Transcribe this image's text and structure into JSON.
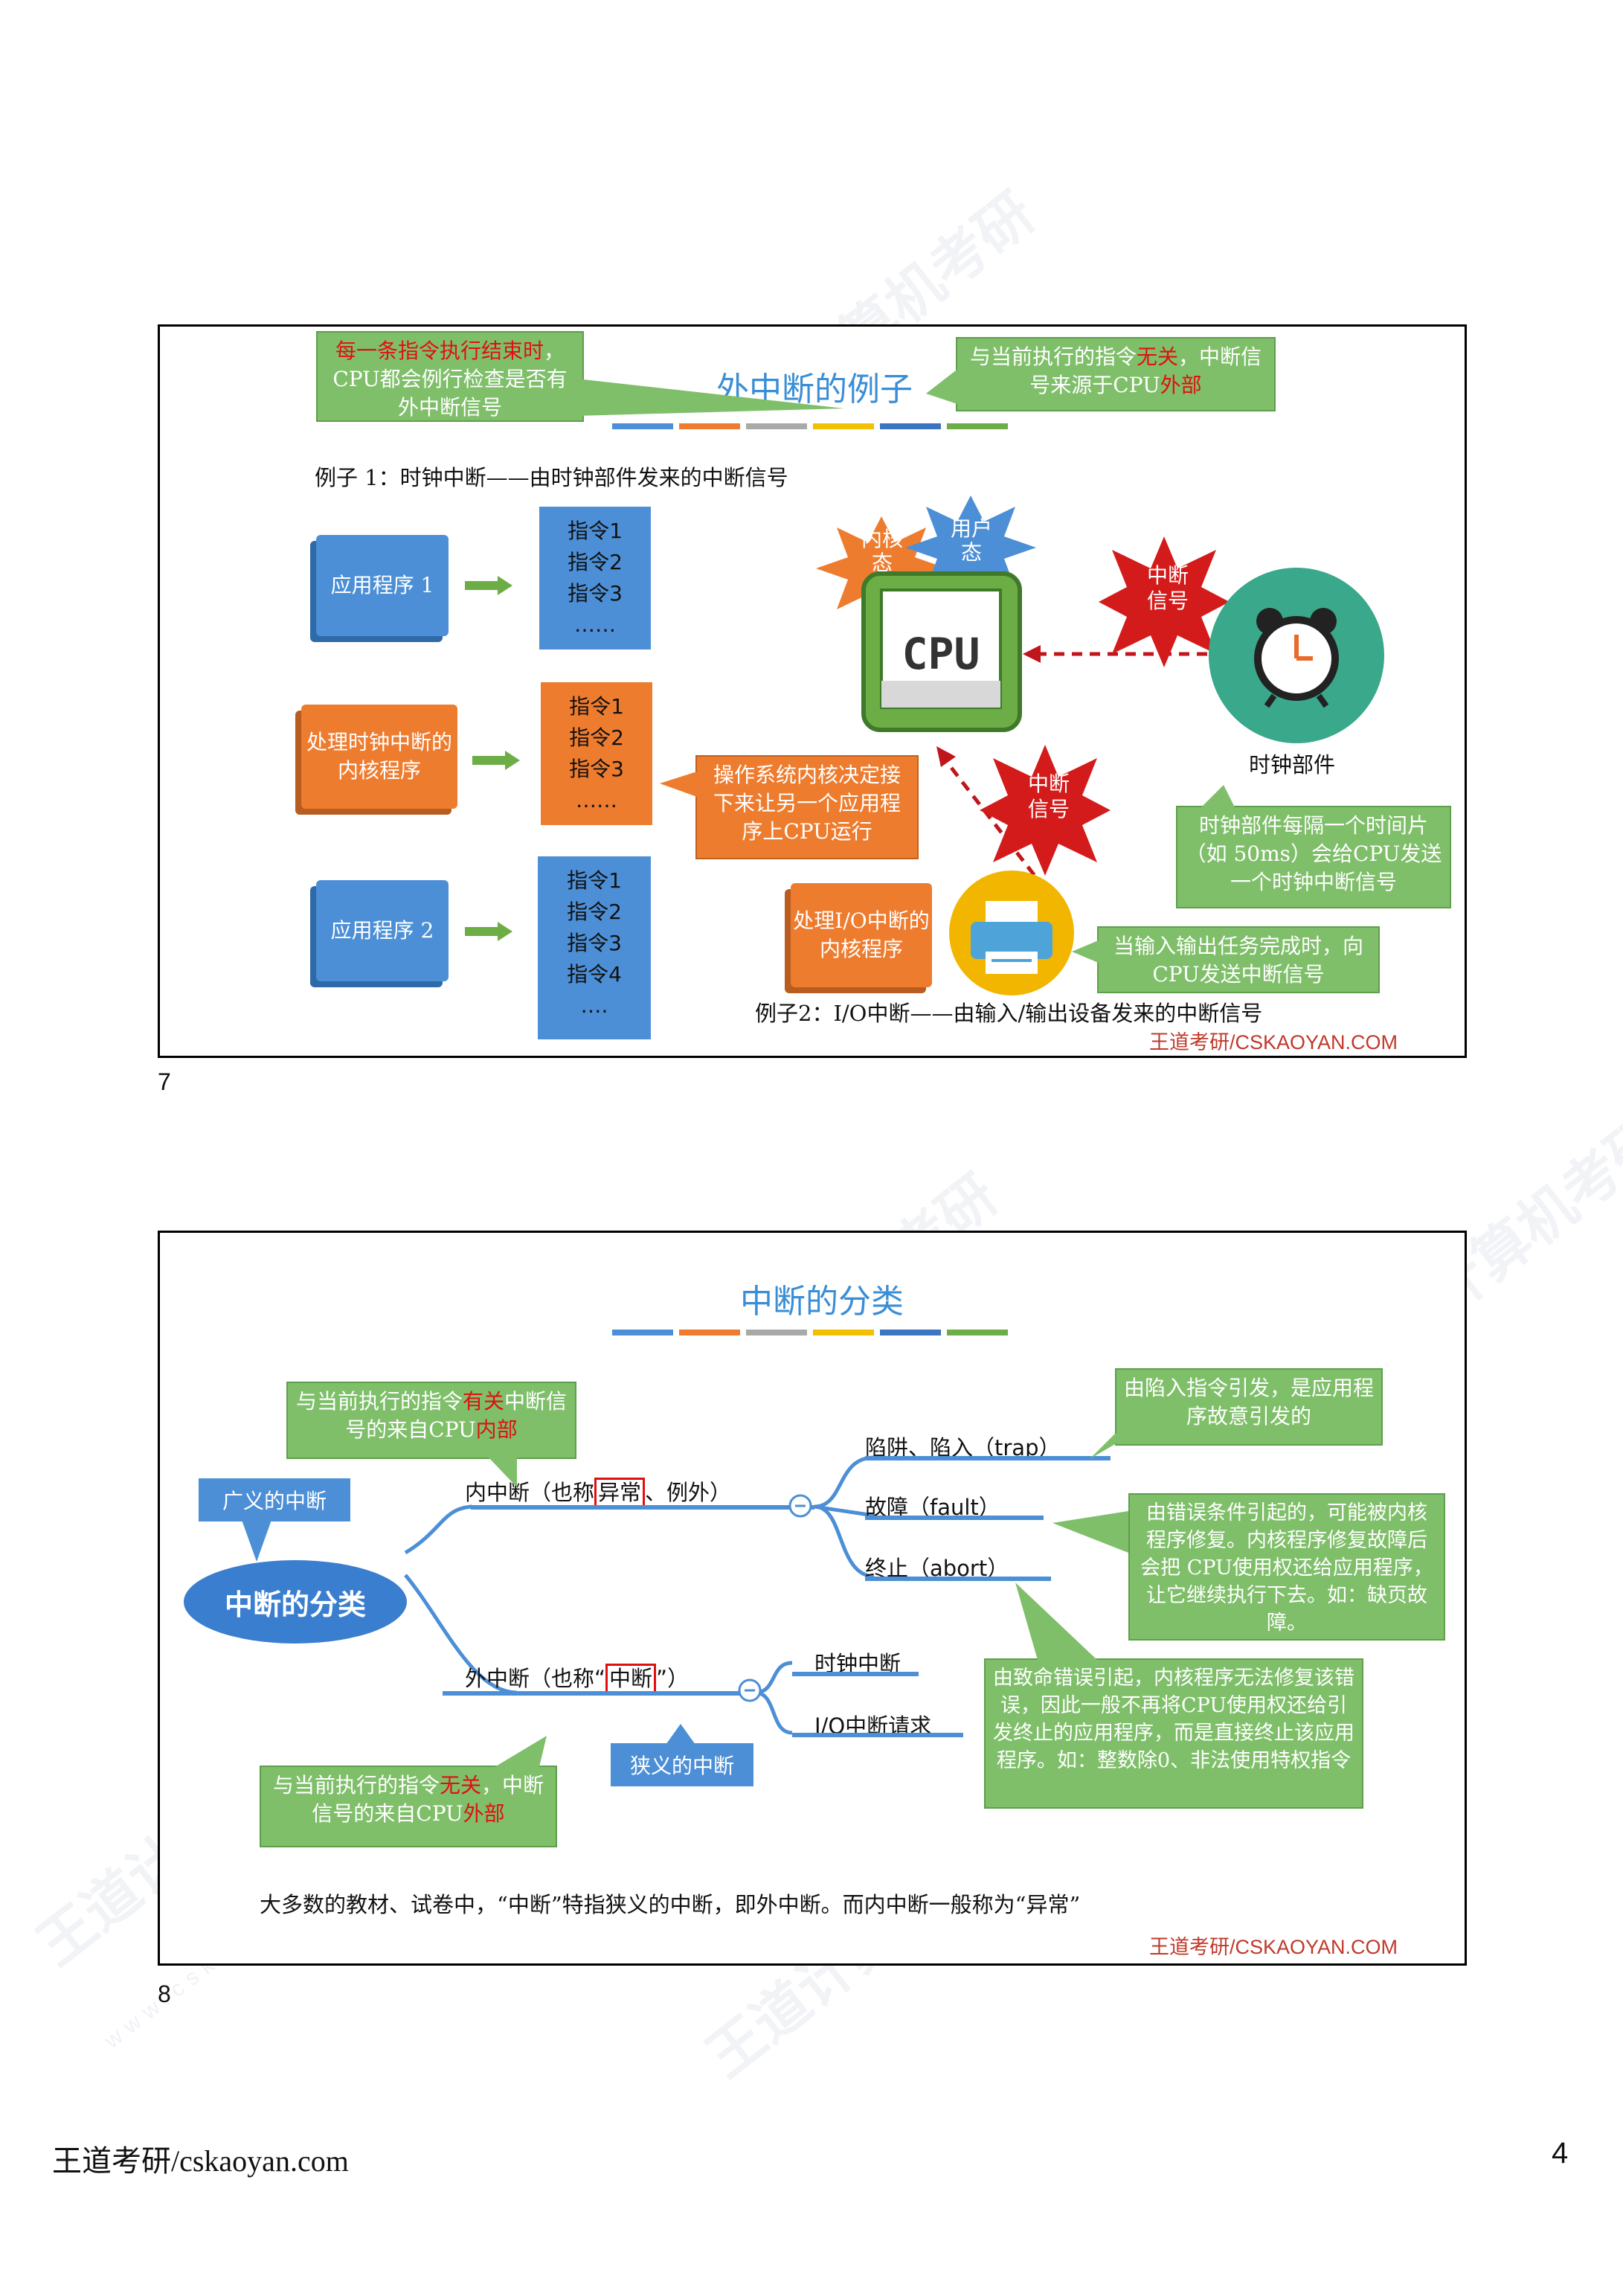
{
  "colors": {
    "title_blue": "#3a8ed6",
    "green_callout": "#7fbf6a",
    "blue_block": "#4c8fd6",
    "orange_block": "#ee7c2f",
    "red_burst": "#d41b1b",
    "clock_teal": "#3aa88a",
    "accent_red": "#e01010",
    "title_bars": [
      "#4c8fd6",
      "#ee7c2f",
      "#a9a9a9",
      "#f2c000",
      "#3b74c2",
      "#6cad46"
    ]
  },
  "slide1": {
    "title": "外中断的例子",
    "callout_left_red": "每一条指令执行结束时",
    "callout_left_rest": "，CPU都会例行检查是否有外中断信号",
    "callout_right_pre": "与当前执行的指令",
    "callout_right_red1": "无关",
    "callout_right_mid": "，中断信号来源于CPU",
    "callout_right_red2": "外部",
    "example1": "例子 1：时钟中断——由时钟部件发来的中断信号",
    "app1": "应用程序 1",
    "clock_handler": "处理时钟中断的内核程序",
    "app2": "应用程序 2",
    "instr_a": [
      "指令1",
      "指令2",
      "指令3",
      "……"
    ],
    "instr_b": [
      "指令1",
      "指令2",
      "指令3",
      "……"
    ],
    "instr_c": [
      "指令1",
      "指令2",
      "指令3",
      "指令4",
      "…."
    ],
    "burst_kernel": "内核态",
    "burst_user": "用户态",
    "cpu_label": "CPU",
    "burst_signal1": "中断信号",
    "burst_signal2": "中断信号",
    "clock_label": "时钟部件",
    "os_callout": "操作系统内核决定接下来让另一个应用程序上CPU运行",
    "clock_callout": "时钟部件每隔一个时间片（如 50ms）会给CPU发送一个时钟中断信号",
    "io_handler": "处理I/O中断的内核程序",
    "io_callout": "当输入输出任务完成时，向CPU发送中断信号",
    "example2": "例子2：I/O中断——由输入/输出设备发来的中断信号",
    "brand": "王道考研/CSKAOYAN.COM"
  },
  "slide1_num": "7",
  "slide2": {
    "title": "中断的分类",
    "root": "中断的分类",
    "broad_label": "广义的中断",
    "internal_pre": "内中断（也称",
    "internal_boxed": "异常",
    "internal_post": "、例外）",
    "trap": "陷阱、陷入（trap）",
    "fault": "故障（fault）",
    "abort": "终止（abort）",
    "external_pre": "外中断（也称“",
    "external_boxed": "中断",
    "external_post": "”）",
    "clock_int": "时钟中断",
    "io_int": "I/O中断请求",
    "narrow_label": "狭义的中断",
    "callout_internal_pre": "与当前执行的指令",
    "callout_internal_red1": "有关",
    "callout_internal_mid": "中断信号的来自CPU",
    "callout_internal_red2": "内部",
    "callout_external_pre": "与当前执行的指令",
    "callout_external_red1": "无关",
    "callout_external_mid": "，中断信号的来自CPU",
    "callout_external_red2": "外部",
    "callout_trap": "由陷入指令引发，是应用程序故意引发的",
    "callout_fault": "由错误条件引起的，可能被内核程序修复。内核程序修复故障后会把 CPU使用权还给应用程序，让它继续执行下去。如：缺页故障。",
    "callout_abort": "由致命错误引起，内核程序无法修复该错误，因此一般不再将CPU使用权还给引发终止的应用程序，而是直接终止该应用程序。如：整数除0、非法使用特权指令",
    "note": "大多数的教材、试卷中，“中断”特指狭义的中断，即外中断。而内中断一般称为“异常”",
    "brand": "王道考研/CSKAOYAN.COM"
  },
  "slide2_num": "8",
  "footer": {
    "left": "王道考研/cskaoyan.com",
    "page": "4"
  },
  "watermark": {
    "text": "王道计算机考研",
    "url": "www.cskaoyan.com"
  }
}
